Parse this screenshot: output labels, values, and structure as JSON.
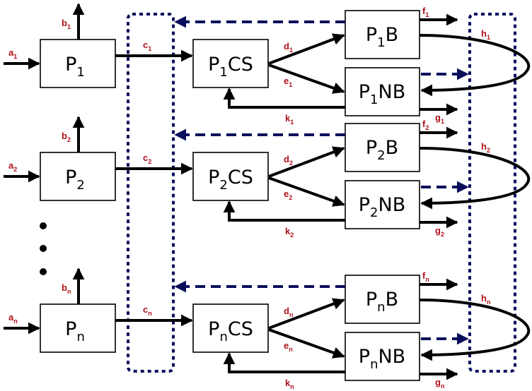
{
  "diagram": {
    "rows": [
      {
        "index": "1",
        "process": {
          "name": "P",
          "sub": "1"
        },
        "cs": {
          "name": "P",
          "sub": "1",
          "suffix": "CS"
        },
        "b": {
          "name": "P",
          "sub": "1",
          "suffix": "B"
        },
        "nb": {
          "name": "P",
          "sub": "1",
          "suffix": "NB"
        },
        "flows": {
          "a": "a",
          "b": "b",
          "c": "c",
          "d": "d",
          "e": "e",
          "f": "f",
          "g": "g",
          "h": "h",
          "k": "k"
        }
      },
      {
        "index": "2",
        "process": {
          "name": "P",
          "sub": "2"
        },
        "cs": {
          "name": "P",
          "sub": "2",
          "suffix": "CS"
        },
        "b": {
          "name": "P",
          "sub": "2",
          "suffix": "B"
        },
        "nb": {
          "name": "P",
          "sub": "2",
          "suffix": "NB"
        },
        "flows": {
          "a": "a",
          "b": "b",
          "c": "c",
          "d": "d",
          "e": "e",
          "f": "f",
          "g": "g",
          "h": "h",
          "k": "k"
        }
      },
      {
        "index": "n",
        "process": {
          "name": "P",
          "sub": "n"
        },
        "cs": {
          "name": "P",
          "sub": "n",
          "suffix": "CS"
        },
        "b": {
          "name": "P",
          "sub": "n",
          "suffix": "B"
        },
        "nb": {
          "name": "P",
          "sub": "n",
          "suffix": "NB"
        },
        "flows": {
          "a": "a",
          "b": "b",
          "c": "c",
          "d": "d",
          "e": "e",
          "f": "f",
          "g": "g",
          "h": "h",
          "k": "k"
        }
      }
    ],
    "ellipsis_dots": 3,
    "colors": {
      "box_stroke": "#000000",
      "flow_arrow": "#000000",
      "dashed_arrow": "#0a0f5c",
      "boundary": "#0a0f5c",
      "flow_label": "#b0101a"
    }
  }
}
